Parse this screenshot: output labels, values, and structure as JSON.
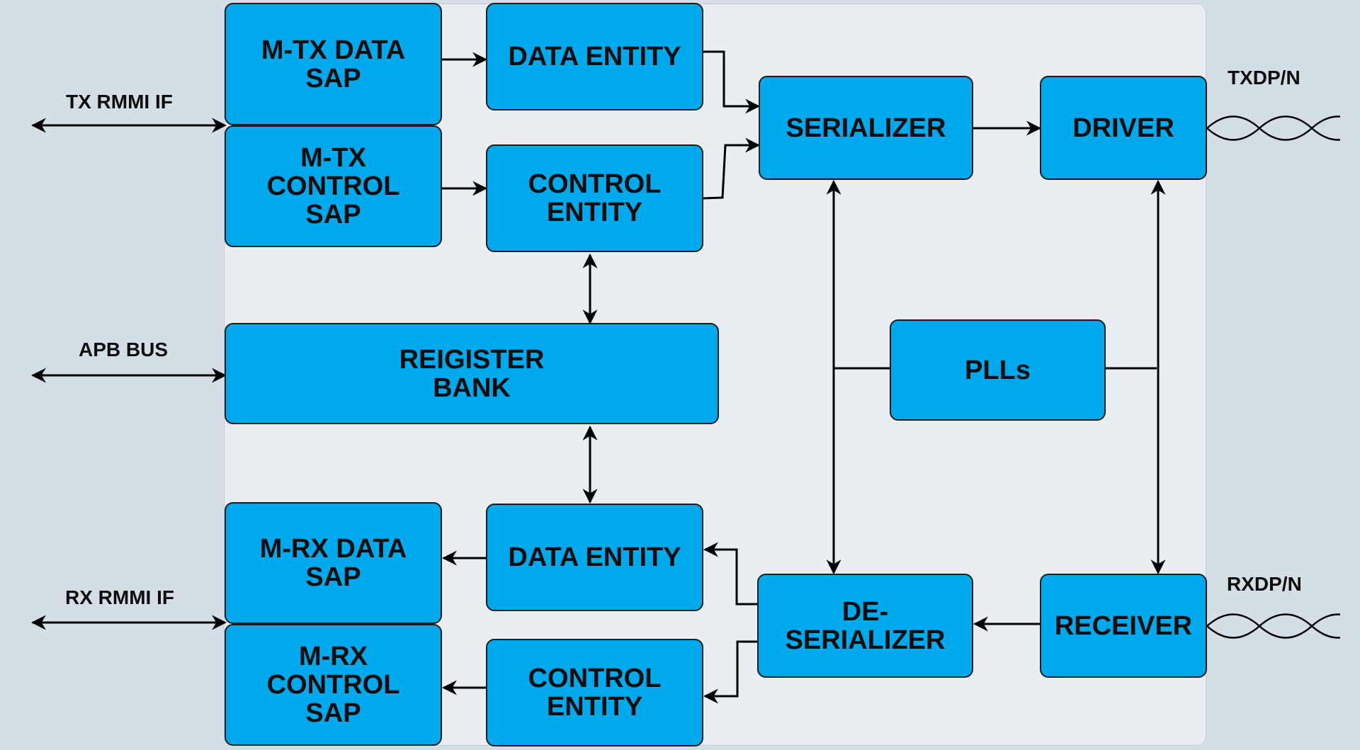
{
  "colors": {
    "block_fill": "#00a8ec",
    "block_border": "#1b1b1b",
    "wire": "#000000",
    "panel": "#e9eef2",
    "background": "#d3dee5"
  },
  "blocks": {
    "m_tx_data_sap": "M-TX DATA\nSAP",
    "m_tx_control_sap": "M-TX\nCONTROL\nSAP",
    "tx_data_entity": "DATA ENTITY",
    "tx_control_entity": "CONTROL\nENTITY",
    "serializer": "SERIALIZER",
    "driver": "DRIVER",
    "register_bank": "REIGISTER\nBANK",
    "plls": "PLLs",
    "m_rx_data_sap": "M-RX DATA\nSAP",
    "m_rx_control_sap": "M-RX\nCONTROL\nSAP",
    "rx_data_entity": "DATA ENTITY",
    "rx_control_entity": "CONTROL\nENTITY",
    "deserializer": "DE-SERIALIZER",
    "receiver": "RECEIVER"
  },
  "external": {
    "tx_rmmi_if": "TX RMMI IF",
    "apb_bus": "APB BUS",
    "rx_rmmi_if": "RX RMMI IF",
    "txdp_n": "TXDP/N",
    "rxdp_n": "RXDP/N"
  }
}
